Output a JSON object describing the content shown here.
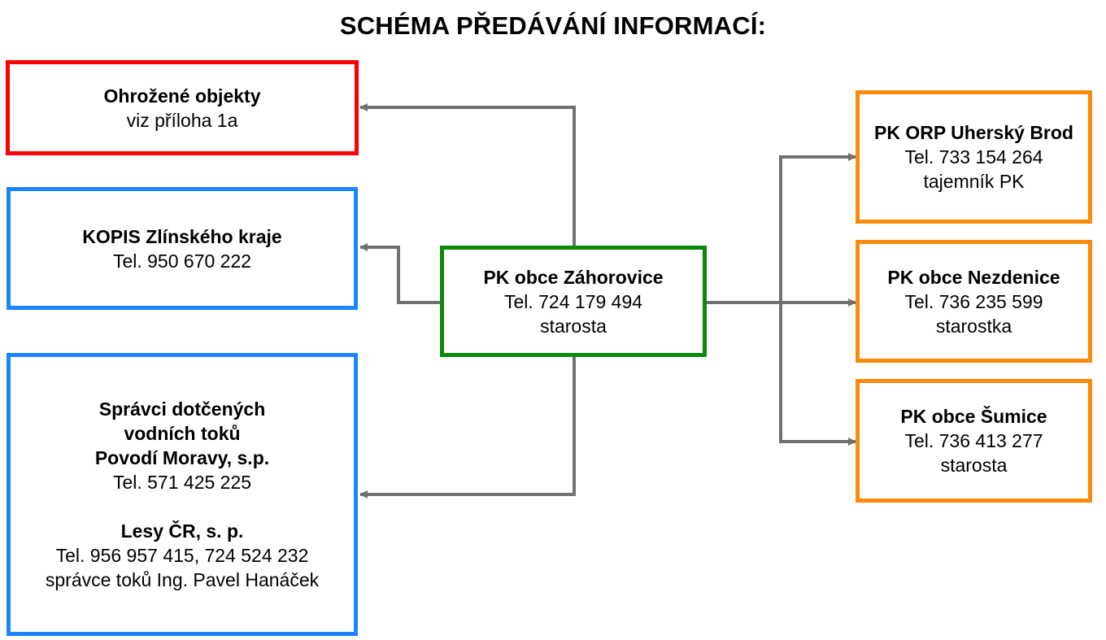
{
  "title": "SCHÉMA PŘEDÁVÁNÍ INFORMACÍ:",
  "colors": {
    "threatened": "#ff0000",
    "authority": "#1a85ff",
    "center": "#0a8a0a",
    "neighbor": "#ff8a0a",
    "connector": "#707070"
  },
  "center": {
    "name": "PK obce Záhorovice",
    "phone": "Tel. 724 179 494",
    "role": "starosta"
  },
  "threatened": {
    "name": "Ohrožené objekty",
    "note": "viz příloha 1a"
  },
  "kopis": {
    "name": "KOPIS Zlínského kraje",
    "phone": "Tel. 950 670 222"
  },
  "watercourses": {
    "line1": "Správci dotčených",
    "line2": "vodních toků",
    "line3": "Povodí Moravy, s.p.",
    "phone1": "Tel. 571 425 225",
    "name2": "Lesy ČR, s. p.",
    "phone2": "Tel. 956 957 415, 724 524 232",
    "role2": "správce toků Ing. Pavel Hanáček"
  },
  "orp": {
    "name": "PK ORP Uherský Brod",
    "phone": "Tel. 733 154 264",
    "role": "tajemník PK"
  },
  "nezdenice": {
    "name": "PK obce Nezdenice",
    "phone": "Tel. 736 235 599",
    "role": "starostka"
  },
  "sumice": {
    "name": "PK obce Šumice",
    "phone": "Tel. 736 413 277",
    "role": "starosta"
  }
}
